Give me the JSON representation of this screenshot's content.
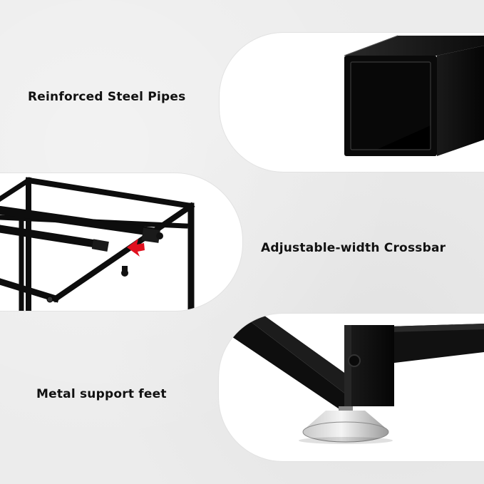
{
  "captions": {
    "pipes": "Reinforced Steel Pipes",
    "crossbar": "Adjustable-width Crossbar",
    "feet": "Metal support feet"
  },
  "icons": {
    "pipes_photo": "square-steel-tube-image",
    "crossbar_photo": "frame-crossbar-image",
    "feet_photo": "leveling-foot-image",
    "arrow": "red-arrow-icon"
  },
  "colors": {
    "background": "#ececec",
    "panel": "#ffffff",
    "steel": "#111111",
    "arrow": "#e0101e"
  }
}
